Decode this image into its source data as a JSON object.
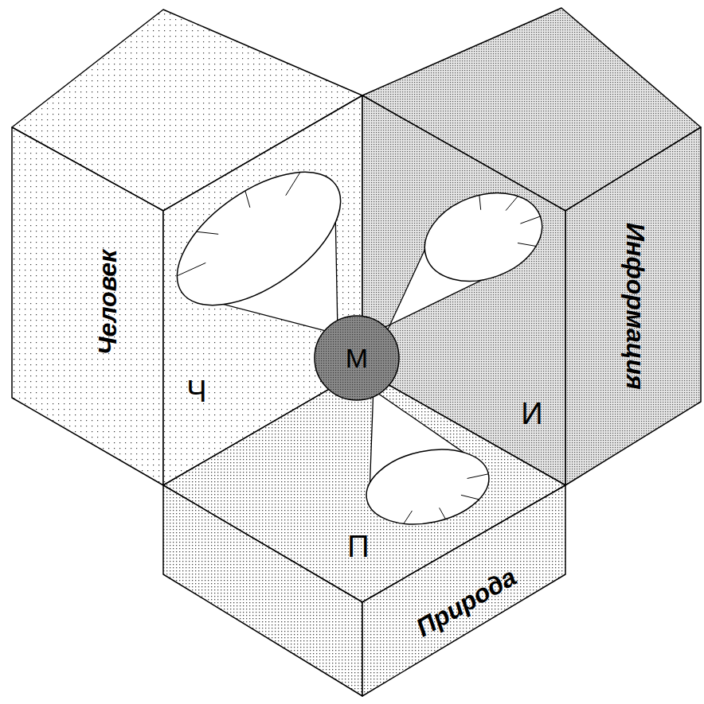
{
  "diagram": {
    "nodes": [
      {
        "text": [
          "Человек",
          "Ч"
        ]
      },
      {
        "text": [
          "Информация",
          "И"
        ]
      },
      {
        "text": [
          "Природа",
          "П"
        ]
      },
      {
        "text": [
          "М"
        ]
      }
    ]
  }
}
